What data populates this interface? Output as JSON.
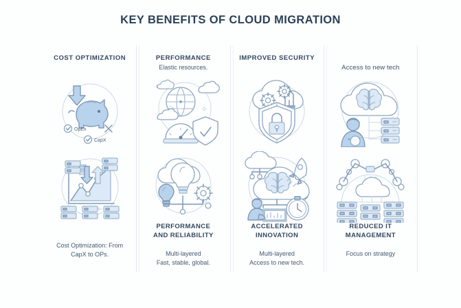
{
  "title": "KEY BENEFITS OF CLOUD MIGRATION",
  "theme": {
    "background": "#fdfefe",
    "title_color": "#2c4159",
    "text_color": "#43586d",
    "heading_color": "#33475f",
    "divider_color": "#e3ebf3",
    "illustration_fill": "#b9d3ec",
    "illustration_fill_light": "#dce9f6",
    "illustration_stroke": "#7e99b8"
  },
  "columns": [
    {
      "header_title": "COST OPTIMIZATION",
      "header_subtitle": "",
      "header_bold": true,
      "top_illustration": "piggy-bank-savings-icon",
      "bottom_illustration": "growth-chart-servers-icon",
      "footer_title": "",
      "footer_desc": "Cost Optimization: From\nCapX to OPs.",
      "labels": {
        "opex": "OpEx",
        "capx": "CapX"
      }
    },
    {
      "header_title": "PERFORMANCE",
      "header_subtitle": "Elastic resources.",
      "header_bold": true,
      "top_illustration": "globe-gauge-shield-icon",
      "bottom_illustration": "cloud-lightbulb-gear-icon",
      "footer_title": "PERFORMANCE\nAND RELIABILITY",
      "footer_desc": "Multi-layered\nFast, stable, global."
    },
    {
      "header_title": "IMPROVED SECURITY",
      "header_subtitle": "",
      "header_bold": true,
      "top_illustration": "shield-padlock-cloud-icon",
      "bottom_illustration": "cloud-brain-rocket-icon",
      "footer_title": "ACCELERATED\nINNOVATION",
      "footer_desc": "Multi-layered\nAccess to new tech."
    },
    {
      "header_title": "Access to new tech",
      "header_subtitle": "",
      "header_bold": false,
      "top_illustration": "cloud-brain-servers-person-icon",
      "bottom_illustration": "robotic-arms-datacenter-icon",
      "footer_title": "REDUCED IT\nMANAGEMENT",
      "footer_desc": "Focus on strategy"
    }
  ]
}
